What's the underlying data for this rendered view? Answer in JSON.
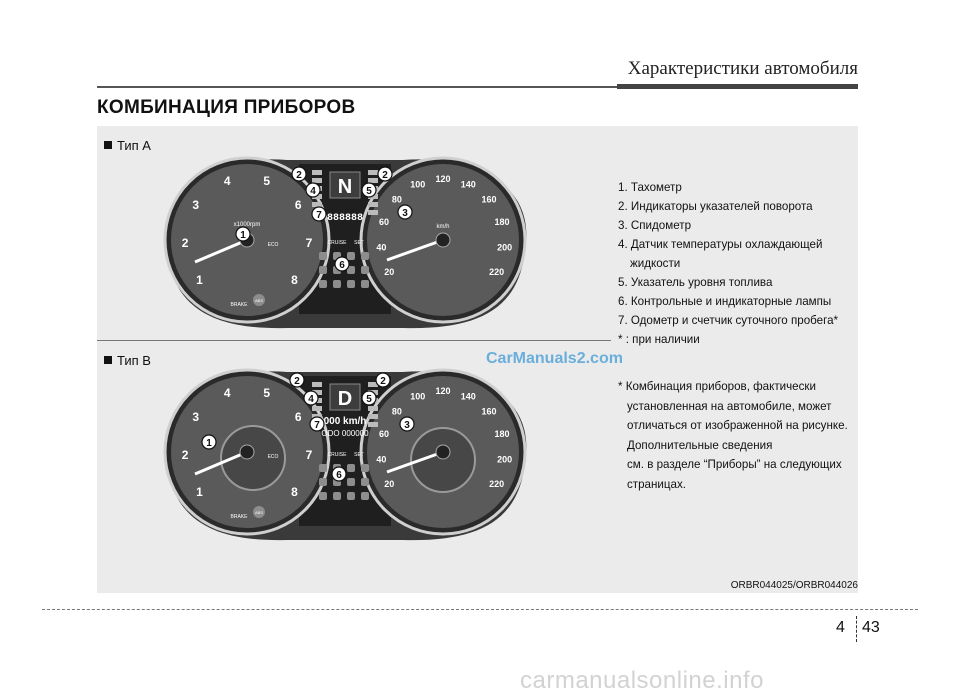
{
  "header": {
    "title": "Характеристики автомобиля"
  },
  "section": {
    "title": "КОМБИНАЦИЯ ПРИБОРОВ"
  },
  "types": [
    {
      "label": "Тип A"
    },
    {
      "label": "Тип B"
    }
  ],
  "cluster": {
    "tach_ticks": [
      "1",
      "2",
      "3",
      "4",
      "5",
      "6",
      "7",
      "8"
    ],
    "tach_unit": "x1000rpm",
    "speed_ticks": [
      "20",
      "40",
      "60",
      "80",
      "100",
      "120",
      "140",
      "160",
      "180",
      "200",
      "220"
    ],
    "speed_unit": "km/h",
    "gear_a": "N",
    "gear_b": "D",
    "cruise": "CRUISE",
    "set": "SET",
    "brake": "BRAKE",
    "abs": "ABS",
    "eco": "ECO",
    "odo_a": "888888",
    "odo_b": "ODO 000000",
    "trip_b": "000",
    "trip_unit": "km/h",
    "markers": [
      "1",
      "2",
      "2",
      "3",
      "4",
      "5",
      "6",
      "7"
    ]
  },
  "legend": [
    "1. Тахометр",
    "2. Индикаторы указателей поворота",
    "3. Спидометр",
    "4. Датчик температуры охлаждающей",
    "жидкости",
    "5. Указатель уровня топлива",
    "6. Контрольные и индикаторные лампы",
    "7. Одометр и счетчик суточного пробега*",
    "*   : при наличии"
  ],
  "note": [
    "* Комбинация приборов, фактически",
    "установленная на автомобиле, может",
    "отличаться от изображенной на рисунке.",
    "Дополнительные сведения",
    "см. в разделе “Приборы” на следующих",
    "страницах."
  ],
  "watermark": "CarManuals2.com",
  "figure_code": "ORBR044025/ORBR044026",
  "footer": {
    "chapter": "4",
    "page": "43"
  },
  "site": "carmanualsonline.info"
}
